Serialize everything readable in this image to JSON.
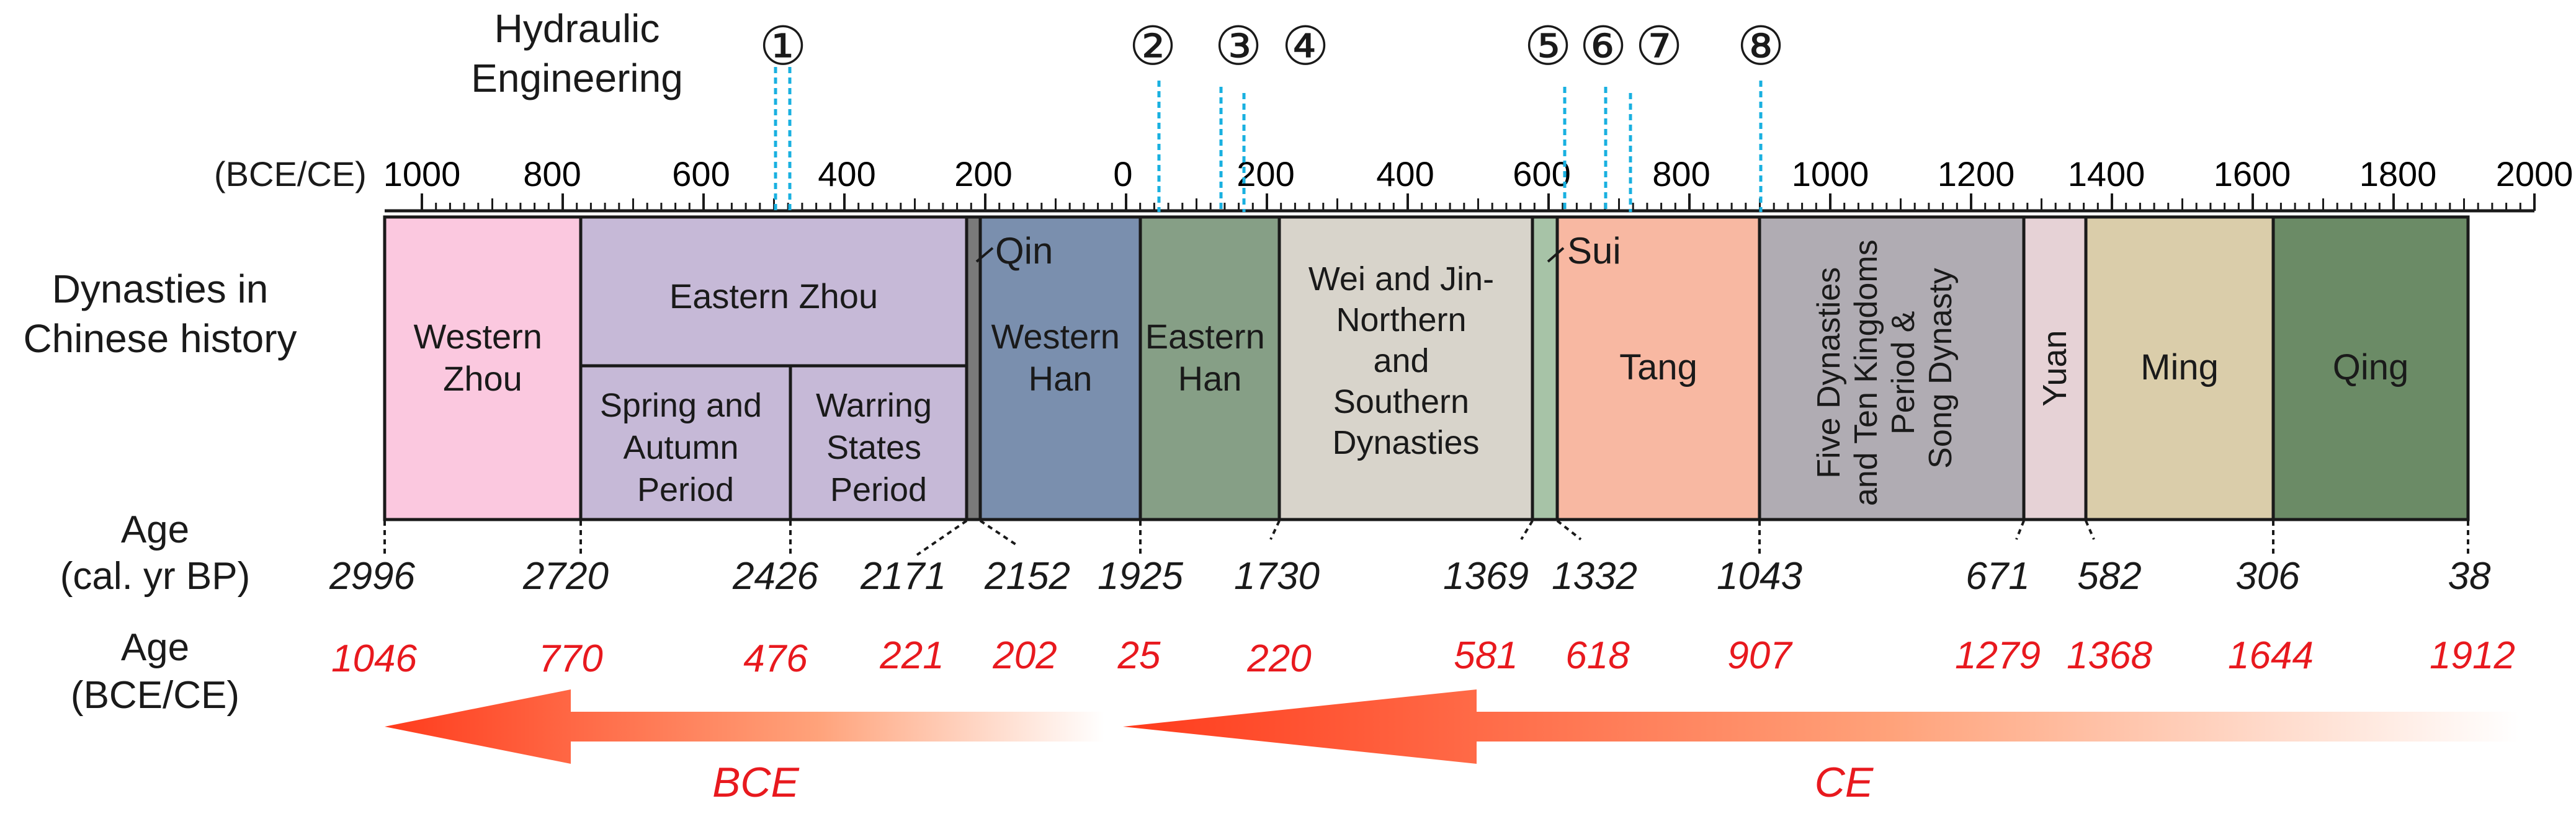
{
  "labels": {
    "hydraulic_line1": "Hydraulic",
    "hydraulic_line2": "Engineering",
    "scale_unit": "(BCE/CE)",
    "dyn_line1": "Dynasties in",
    "dyn_line2": "Chinese history",
    "age_bp_line1": "Age",
    "age_bp_line2": "(cal. yr BP)",
    "age_ce_line1": "Age",
    "age_ce_line2": "(BCE/CE)",
    "bce": "BCE",
    "ce": "CE"
  },
  "colors": {
    "western_zhou": "#fbc8df",
    "eastern_zhou": "#c6b9d7",
    "qin": "#7a7a7a",
    "western_han": "#7a8fae",
    "eastern_han": "#869f86",
    "wei_jin": "#d8d4cb",
    "sui": "#a7c3a7",
    "tang": "#f8b8a2",
    "song": "#b0acb3",
    "yuan": "#e6d2d6",
    "ming": "#dacdaa",
    "qing": "#6b8b66",
    "red_text": "#e8191e",
    "marker_line": "#19b0e0",
    "arrow_start": "#ff3b1c"
  },
  "scale": {
    "tick_labels": [
      "1000",
      "800",
      "600",
      "400",
      "200",
      "0",
      "200",
      "400",
      "600",
      "800",
      "1000",
      "1200",
      "1400",
      "1600",
      "1800",
      "2000"
    ]
  },
  "dynasties": [
    {
      "id": "western_zhou",
      "label": [
        "Western",
        "Zhou"
      ]
    },
    {
      "id": "eastern_zhou",
      "label": [
        "Eastern Zhou"
      ]
    },
    {
      "id": "spring_autumn",
      "label": [
        "Spring and",
        "Autumn",
        "Period"
      ]
    },
    {
      "id": "warring_states",
      "label": [
        "Warring",
        "States",
        "Period"
      ]
    },
    {
      "id": "qin",
      "label": [
        "Qin"
      ]
    },
    {
      "id": "western_han",
      "label": [
        "Western",
        "Han"
      ]
    },
    {
      "id": "eastern_han",
      "label": [
        "Eastern",
        "Han"
      ]
    },
    {
      "id": "wei_jin",
      "label": [
        "Wei and Jin-",
        "Northern",
        "and",
        "Southern",
        "Dynasties"
      ]
    },
    {
      "id": "sui",
      "label": [
        "Sui"
      ]
    },
    {
      "id": "tang",
      "label": [
        "Tang"
      ]
    },
    {
      "id": "song",
      "label": [
        "Five Dynasties",
        "and Ten Kingdoms",
        "Period &",
        "Song Dynasty"
      ]
    },
    {
      "id": "yuan",
      "label": [
        "Yuan"
      ]
    },
    {
      "id": "ming",
      "label": [
        "Ming"
      ]
    },
    {
      "id": "qing",
      "label": [
        "Qing"
      ]
    }
  ],
  "hydraulic_markers": [
    "①",
    "②",
    "③",
    "④",
    "⑤",
    "⑥",
    "⑦",
    "⑧"
  ],
  "ages_bp": [
    "2996",
    "2720",
    "2426",
    "2171",
    "2152",
    "1925",
    "1730",
    "1369",
    "1332",
    "1043",
    "671",
    "582",
    "306",
    "38"
  ],
  "ages_ce": [
    "1046",
    "770",
    "476",
    "221",
    "202",
    "25",
    "220",
    "581",
    "618",
    "907",
    "1279",
    "1368",
    "1644",
    "1912"
  ]
}
